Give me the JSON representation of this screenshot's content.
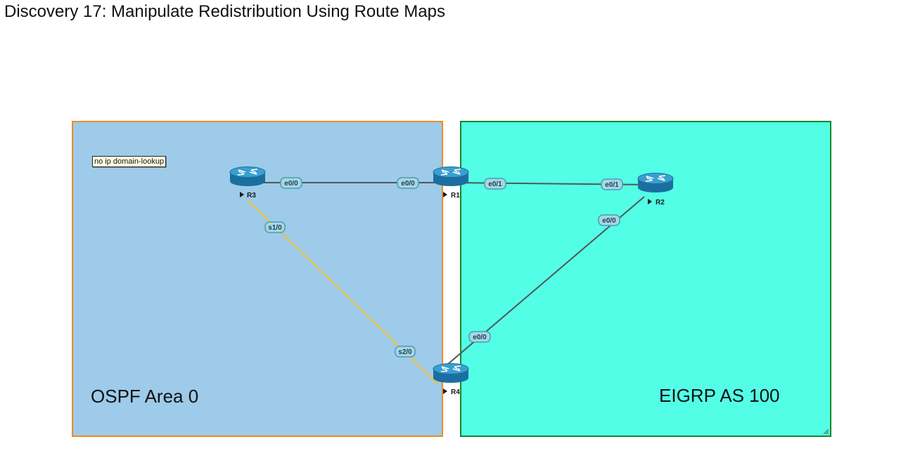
{
  "title": "Discovery 17: Manipulate Redistribution Using Route Maps",
  "zones": {
    "ospf": {
      "label": "OSPF Area 0",
      "fill": "#9dcbe9",
      "border": "#ef8a1f"
    },
    "eigrp": {
      "label": "EIGRP AS 100",
      "fill": "#52ffe6",
      "border": "#138a25"
    }
  },
  "note": "no ip domain-lookup",
  "routers": {
    "r3": {
      "name": "R3",
      "icon": "router-icon"
    },
    "r1": {
      "name": "R1",
      "icon": "router-icon"
    },
    "r2": {
      "name": "R2",
      "icon": "router-icon"
    },
    "r4": {
      "name": "R4",
      "icon": "router-icon"
    }
  },
  "links": {
    "r3_r1": {
      "a_iface": "e0/0",
      "b_iface": "e0/0",
      "color": "#555555"
    },
    "r1_r2": {
      "a_iface": "e0/1",
      "b_iface": "e0/1",
      "color": "#555555"
    },
    "r3_r4": {
      "a_iface": "s1/0",
      "b_iface": "s2/0",
      "color": "#f2c12e"
    },
    "r4_r2": {
      "a_iface": "e0/0",
      "b_iface": "e0/0",
      "color": "#555555"
    }
  },
  "colors": {
    "router_body": "#1b6fa0",
    "router_top": "#3a9fd0",
    "iface_pill_fill": "#a7d7e4",
    "iface_pill_border": "#4a9db3"
  }
}
